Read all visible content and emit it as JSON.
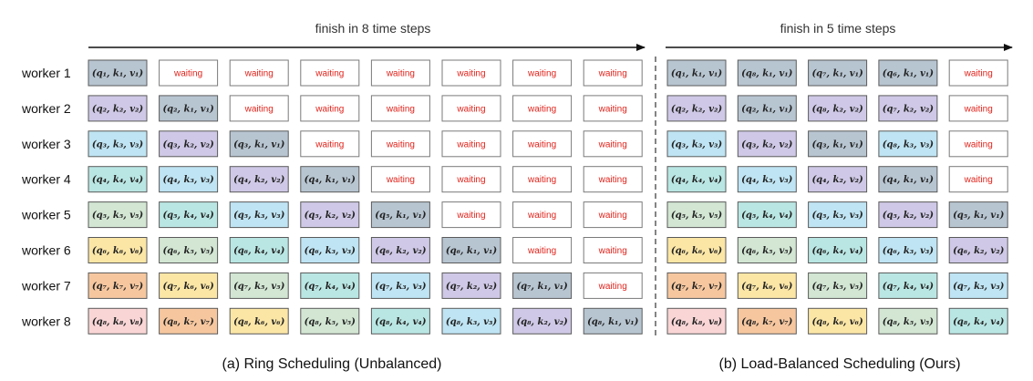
{
  "colors": {
    "1": "#b7c5d1",
    "2": "#cfc8e6",
    "3": "#bfe4f3",
    "4": "#b9e6e3",
    "5": "#d2e6d3",
    "6": "#fbe6a6",
    "7": "#f6c79f",
    "8": "#f9d5d6",
    "waiting": "#ffffff",
    "waiting_text": "#e0231b"
  },
  "workers": [
    "worker 1",
    "worker 2",
    "worker 3",
    "worker 4",
    "worker 5",
    "worker 6",
    "worker 7",
    "worker 8"
  ],
  "ring": {
    "title": "finish in 8 time steps",
    "caption": "(a) Ring Scheduling (Unbalanced)",
    "rows": [
      [
        "(q₁, k₁, v₁)",
        "waiting",
        "waiting",
        "waiting",
        "waiting",
        "waiting",
        "waiting",
        "waiting"
      ],
      [
        "(q₂, k₂, v₂)",
        "(q₂, k₁, v₁)",
        "waiting",
        "waiting",
        "waiting",
        "waiting",
        "waiting",
        "waiting"
      ],
      [
        "(q₃, k₃, v₃)",
        "(q₃, k₂, v₂)",
        "(q₃, k₁, v₁)",
        "waiting",
        "waiting",
        "waiting",
        "waiting",
        "waiting"
      ],
      [
        "(q₄, k₄, v₄)",
        "(q₄, k₃, v₃)",
        "(q₄, k₂, v₂)",
        "(q₄, k₁, v₁)",
        "waiting",
        "waiting",
        "waiting",
        "waiting"
      ],
      [
        "(q₅, k₅, v₅)",
        "(q₅, k₄, v₄)",
        "(q₅, k₃, v₃)",
        "(q₅, k₂, v₂)",
        "(q₅, k₁, v₁)",
        "waiting",
        "waiting",
        "waiting"
      ],
      [
        "(q₆, k₆, v₆)",
        "(q₆, k₅, v₅)",
        "(q₆, k₄, v₄)",
        "(q₆, k₃, v₃)",
        "(q₆, k₂, v₂)",
        "(q₆, k₁, v₁)",
        "waiting",
        "waiting"
      ],
      [
        "(q₇, k₇, v₇)",
        "(q₇, k₆, v₆)",
        "(q₇, k₅, v₅)",
        "(q₇, k₄, v₄)",
        "(q₇, k₃, v₃)",
        "(q₇, k₂, v₂)",
        "(q₇, k₁, v₁)",
        "waiting"
      ],
      [
        "(q₈, k₈, v₈)",
        "(q₈, k₇, v₇)",
        "(q₈, k₆, v₆)",
        "(q₈, k₅, v₅)",
        "(q₈, k₄, v₄)",
        "(q₈, k₃, v₃)",
        "(q₈, k₂, v₂)",
        "(q₈, k₁, v₁)"
      ]
    ]
  },
  "balanced": {
    "title": "finish in 5 time steps",
    "caption": "(b) Load-Balanced Scheduling (Ours)",
    "rows": [
      [
        "(q₁, k₁, v₁)",
        "(q₈, k₁, v₁)",
        "(q₇, k₁, v₁)",
        "(q₆, k₁, v₁)",
        "waiting"
      ],
      [
        "(q₂, k₂, v₂)",
        "(q₂, k₁, v₁)",
        "(q₈, k₂, v₂)",
        "(q₇, k₂, v₂)",
        "waiting"
      ],
      [
        "(q₃, k₃, v₃)",
        "(q₃, k₂, v₂)",
        "(q₃, k₁, v₁)",
        "(q₈, k₃, v₃)",
        "waiting"
      ],
      [
        "(q₄, k₄, v₄)",
        "(q₄, k₃, v₃)",
        "(q₄, k₂, v₂)",
        "(q₄, k₁, v₁)",
        "waiting"
      ],
      [
        "(q₅, k₅, v₅)",
        "(q₅, k₄, v₄)",
        "(q₅, k₃, v₃)",
        "(q₅, k₂, v₂)",
        "(q₅, k₁, v₁)"
      ],
      [
        "(q₆, k₆, v₆)",
        "(q₆, k₅, v₅)",
        "(q₆, k₄, v₄)",
        "(q₆, k₃, v₃)",
        "(q₆, k₂, v₂)"
      ],
      [
        "(q₇, k₇, v₇)",
        "(q₇, k₆, v₆)",
        "(q₇, k₅, v₅)",
        "(q₇, k₄, v₄)",
        "(q₇, k₃, v₃)"
      ],
      [
        "(q₈, k₈, v₈)",
        "(q₈, k₇, v₇)",
        "(q₈, k₆, v₆)",
        "(q₈, k₅, v₅)",
        "(q₈, k₄, v₄)"
      ]
    ]
  }
}
